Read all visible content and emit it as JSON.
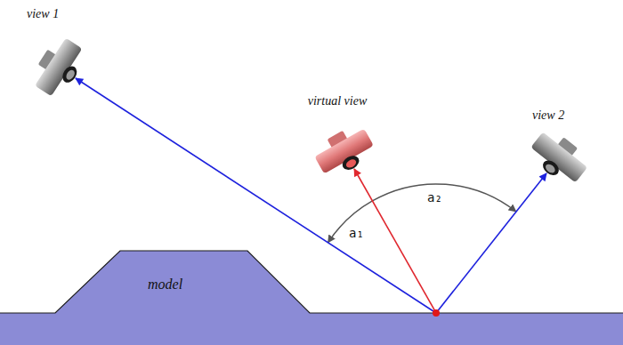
{
  "diagram": {
    "nodes": [
      {
        "text": [
          "view 1"
        ]
      },
      {
        "text": [
          "virtual view"
        ]
      },
      {
        "text": [
          "view 2"
        ]
      },
      {
        "text": [
          "model"
        ]
      }
    ],
    "edges": [
      {
        "from": 3,
        "to": 0,
        "arrow": "to"
      },
      {
        "from": 3,
        "to": 1,
        "arrow": "to"
      },
      {
        "from": 3,
        "to": 2,
        "arrow": "to"
      }
    ],
    "labels": [
      "a₁",
      "a₂"
    ]
  }
}
